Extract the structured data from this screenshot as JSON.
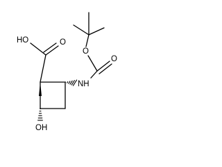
{
  "molecule": {
    "atom_labels": {
      "acid_hydroxyl": "HO",
      "acid_carbonyl_oxygen": "O",
      "amine": "NH",
      "carbamate_ester_oxygen": "O",
      "carbamate_carbonyl_oxygen": "O",
      "ring_hydroxyl": "OH"
    }
  }
}
